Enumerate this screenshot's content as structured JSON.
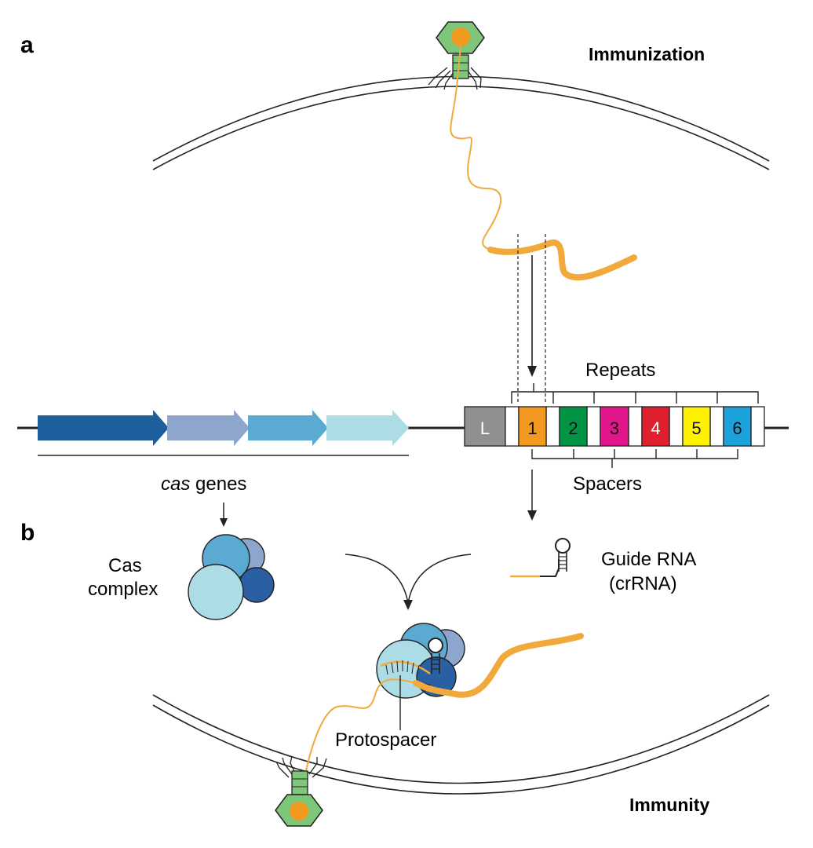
{
  "panels": {
    "a": "a",
    "b": "b"
  },
  "headings": {
    "immunization": "Immunization",
    "immunity": "Immunity"
  },
  "labels": {
    "repeats": "Repeats",
    "spacers": "Spacers",
    "cas_genes_italic": "cas",
    "cas_genes_rest": " genes",
    "cas_complex_line1": "Cas",
    "cas_complex_line2": "complex",
    "guide_rna_line1": "Guide RNA",
    "guide_rna_line2": "(crRNA)",
    "protospacer": "Protospacer"
  },
  "crispr_array": {
    "leader": "L",
    "spacers": [
      "1",
      "2",
      "3",
      "4",
      "5",
      "6"
    ]
  },
  "colors": {
    "dna_orange": "#F2A93B",
    "phage_green": "#7DC67A",
    "phage_head_orange": "#F29A1F",
    "cas_gene_1": "#1C5F9C",
    "cas_gene_2": "#8EA6CE",
    "cas_gene_3": "#5BAAD1",
    "cas_gene_4": "#ACDCE6",
    "leader_gray": "#909090",
    "spacer_1": "#F29A1F",
    "spacer_2": "#009444",
    "spacer_3": "#E0168A",
    "spacer_4": "#E0202E",
    "spacer_5": "#FFF200",
    "spacer_6": "#1BA1DC",
    "cas_light": "#ACDCE6",
    "cas_mid": "#5BAAD1",
    "cas_lavender": "#8EA6CE",
    "cas_dark": "#2A5FA3"
  }
}
